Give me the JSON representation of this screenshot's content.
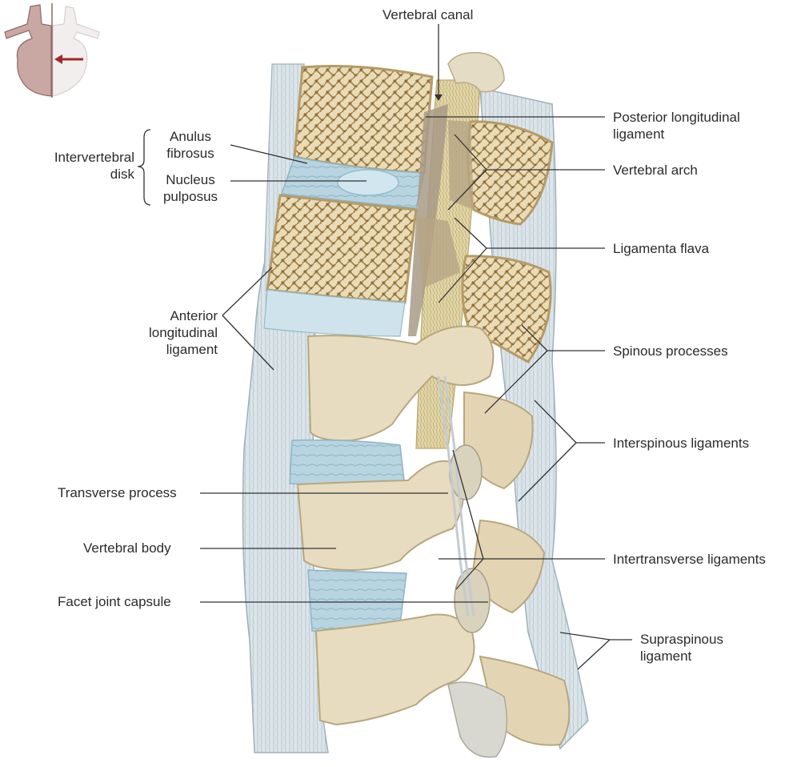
{
  "labels": {
    "vertebral_canal": "Vertebral canal",
    "posterior_longitudinal_ligament": [
      "Posterior longitudinal",
      "ligament"
    ],
    "vertebral_arch": "Vertebral arch",
    "ligamenta_flava": "Ligamenta flava",
    "spinous_processes": "Spinous processes",
    "interspinous_ligaments": "Interspinous ligaments",
    "intertransverse_ligaments": "Intertransverse ligaments",
    "supraspinous_ligament": [
      "Supraspinous",
      "ligament"
    ],
    "intervertebral_disk": [
      "Intervertebral",
      "disk"
    ],
    "anulus_fibrosus": [
      "Anulus",
      "fibrosus"
    ],
    "nucleus_pulposus": [
      "Nucleus",
      "pulposus"
    ],
    "anterior_longitudinal_ligament": [
      "Anterior",
      "longitudinal",
      "ligament"
    ],
    "transverse_process": "Transverse process",
    "vertebral_body": "Vertebral body",
    "facet_joint_capsule": "Facet joint capsule"
  },
  "colors": {
    "bone": "#e8dcc0",
    "bone_shade": "#cdbb93",
    "cancellous": "#d9c59a",
    "disk": "#b9d6e2",
    "ligament": "#dfe6ea",
    "leader": "#333333",
    "arrow": "#a0282a"
  }
}
